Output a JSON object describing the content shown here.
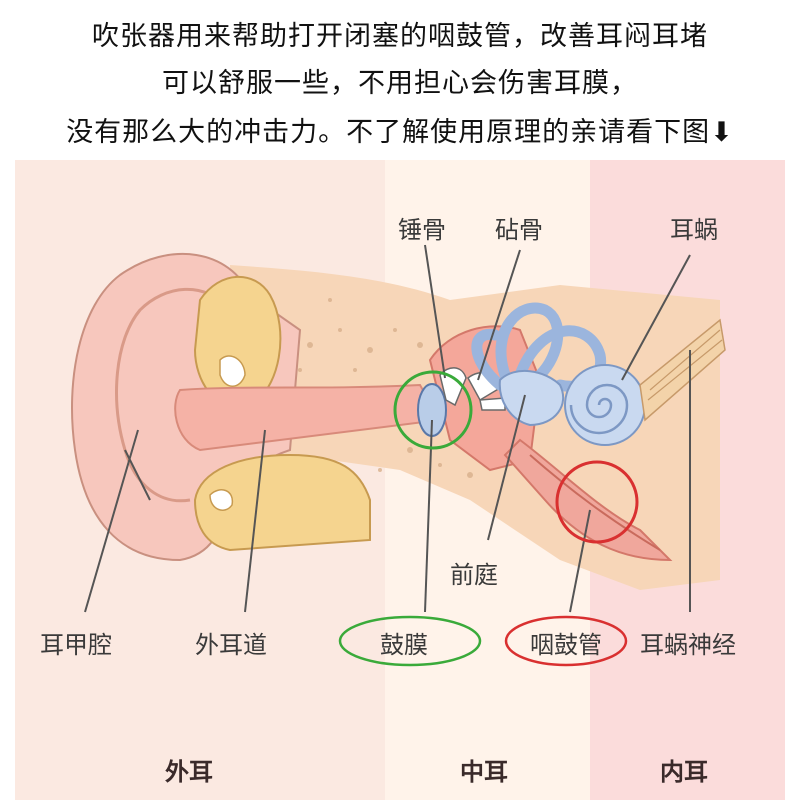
{
  "caption": {
    "line1": "吹张器用来帮助打开闭塞的咽鼓管，改善耳闷耳堵",
    "line2": "可以舒服一些，不用担心会伤害耳膜，",
    "line3": "没有那么大的冲击力。不了解使用原理的亲请看下图⬇"
  },
  "labels": {
    "malleus": "锤骨",
    "incus": "砧骨",
    "cochlea": "耳蜗",
    "vestibule": "前庭",
    "concha": "耳甲腔",
    "ear_canal": "外耳道",
    "eardrum": "鼓膜",
    "eustachian_tube": "咽鼓管",
    "cochlear_nerve": "耳蜗神经"
  },
  "zones": {
    "outer": "外耳",
    "middle": "中耳",
    "inner": "内耳"
  },
  "colors": {
    "outer_bg": "#fbe8e0",
    "middle_bg": "#fff2e8",
    "inner_bg": "#fbd9d9",
    "skin": "#f7c9c0",
    "canal": "#f6b4aa",
    "bone": "#f5d79a",
    "cochlea": "#c9d9f0",
    "green_circle": "#3aaa3a",
    "red_circle": "#d93030"
  }
}
